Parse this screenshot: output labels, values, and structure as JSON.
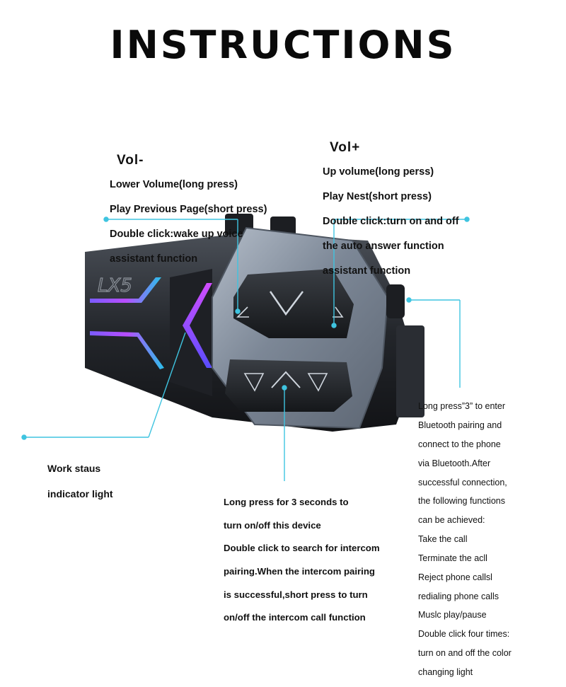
{
  "title": "INSTRUCTIONS",
  "vol_minus": {
    "heading": "Vol-",
    "lines": [
      "Lower Volume(long press)",
      "Play Previous Page(short press)",
      "Double click:wake up voice",
      "assistant function"
    ]
  },
  "vol_plus": {
    "heading": "Vol+",
    "lines": [
      "Up volume(long perss)",
      "Play Nest(short press)",
      "Double click:turn on and off",
      "the auto answer function",
      "assistant function"
    ]
  },
  "side_button": {
    "lines": [
      "Long press”3” to enter",
      "Bluetooth pairing and",
      "connect to the phone",
      "via Bluetooth.After",
      "successful connection,",
      "the following functions",
      "can be achieved:",
      "Take the call",
      "Terminate the acll",
      "Reject phone callsl",
      "redialing phone calls",
      "Muslc play/pause",
      "Double click four times:",
      "turn on and off the color",
      "changing light"
    ]
  },
  "main_button": {
    "lines": [
      "Long press for 3  seconds to",
      "turn on/off this device",
      "Double click to search for intercom",
      "pairing.When the intercom pairing",
      "is successful,short press to turn",
      "on/off the intercom call function"
    ]
  },
  "indicator": {
    "lines": [
      "Work staus",
      "indicator light"
    ]
  },
  "device": {
    "logo": "LX5",
    "callout_color": "#3fc4e0",
    "body_color": "#2a2d33",
    "plate_color": "#8c97a6",
    "led_colors": [
      "#6a5cff",
      "#c14dff",
      "#27b8e8"
    ]
  }
}
